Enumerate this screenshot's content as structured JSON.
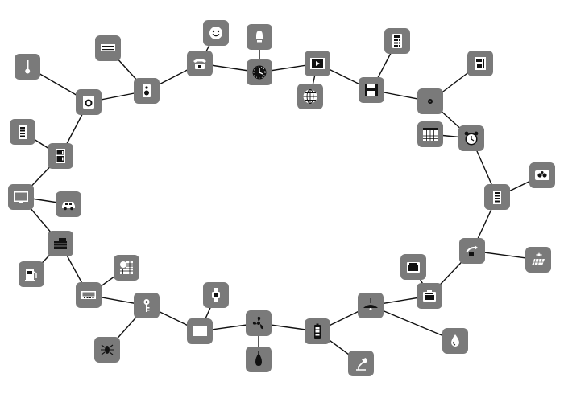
{
  "diagram": {
    "colors": {
      "node_fill": "#7a7a7a",
      "edge": "#111111",
      "glyph_dark": "#111111",
      "glyph_light": "#ffffff"
    },
    "nodes": [
      {
        "id": "n01",
        "icon": "thermometer-icon"
      },
      {
        "id": "n02",
        "icon": "washing-machine-icon"
      },
      {
        "id": "n03",
        "icon": "air-conditioner-icon"
      },
      {
        "id": "n04",
        "icon": "speaker-icon"
      },
      {
        "id": "n05",
        "icon": "smiley-face-icon"
      },
      {
        "id": "n06",
        "icon": "telephone-icon"
      },
      {
        "id": "n07",
        "icon": "light-bulb-icon"
      },
      {
        "id": "n08",
        "icon": "wall-clock-icon"
      },
      {
        "id": "n09",
        "icon": "media-player-icon"
      },
      {
        "id": "n10",
        "icon": "globe-icon"
      },
      {
        "id": "n11",
        "icon": "calculator-icon"
      },
      {
        "id": "n12",
        "icon": "floppy-disk-icon"
      },
      {
        "id": "n13",
        "icon": "coffee-machine-icon"
      },
      {
        "id": "n14",
        "icon": "target-dot-icon"
      },
      {
        "id": "n15",
        "icon": "calendar-grid-icon"
      },
      {
        "id": "n16",
        "icon": "alarm-clock-icon"
      },
      {
        "id": "n17",
        "icon": "battery-level-icon"
      },
      {
        "id": "n18",
        "icon": "fridge-icon"
      },
      {
        "id": "n19",
        "icon": "monitor-icon"
      },
      {
        "id": "n20",
        "icon": "car-icon"
      },
      {
        "id": "n21",
        "icon": "robot-remote-icon"
      },
      {
        "id": "n22",
        "icon": "game-controller-icon"
      },
      {
        "id": "n23",
        "icon": "stack-box-icon"
      },
      {
        "id": "n24",
        "icon": "faucet-icon"
      },
      {
        "id": "n25",
        "icon": "solar-panel-icon"
      },
      {
        "id": "n26",
        "icon": "fuel-pump-icon"
      },
      {
        "id": "n27",
        "icon": "building-chart-icon"
      },
      {
        "id": "n28",
        "icon": "oven-icon"
      },
      {
        "id": "n29",
        "icon": "router-icon"
      },
      {
        "id": "n30",
        "icon": "toaster-icon"
      },
      {
        "id": "n31",
        "icon": "key-icon"
      },
      {
        "id": "n32",
        "icon": "smartwatch-icon"
      },
      {
        "id": "n33",
        "icon": "ceiling-lamp-icon"
      },
      {
        "id": "n34",
        "icon": "spider-bug-icon"
      },
      {
        "id": "n35",
        "icon": "tv-screen-icon"
      },
      {
        "id": "n36",
        "icon": "fan-icon"
      },
      {
        "id": "n37",
        "icon": "battery-icon"
      },
      {
        "id": "n38",
        "icon": "water-drop-icon"
      },
      {
        "id": "n39",
        "icon": "pear-bulb-icon"
      },
      {
        "id": "n40",
        "icon": "desk-lamp-icon"
      }
    ],
    "edges": [
      [
        "n01",
        "n02"
      ],
      [
        "n02",
        "n04"
      ],
      [
        "n03",
        "n04"
      ],
      [
        "n04",
        "n06"
      ],
      [
        "n05",
        "n06"
      ],
      [
        "n06",
        "n08"
      ],
      [
        "n07",
        "n08"
      ],
      [
        "n08",
        "n09"
      ],
      [
        "n09",
        "n10"
      ],
      [
        "n09",
        "n12"
      ],
      [
        "n11",
        "n12"
      ],
      [
        "n12",
        "n14"
      ],
      [
        "n13",
        "n14"
      ],
      [
        "n14",
        "n16"
      ],
      [
        "n15",
        "n16"
      ],
      [
        "n16",
        "n17"
      ],
      [
        "n22",
        "n17"
      ],
      [
        "n17",
        "n23"
      ],
      [
        "n23",
        "n25"
      ],
      [
        "n23",
        "n28"
      ],
      [
        "n24",
        "n28"
      ],
      [
        "n28",
        "n33"
      ],
      [
        "n33",
        "n38"
      ],
      [
        "n33",
        "n37"
      ],
      [
        "n37",
        "n40"
      ],
      [
        "n37",
        "n36"
      ],
      [
        "n36",
        "n39"
      ],
      [
        "n36",
        "n35"
      ],
      [
        "n32",
        "n35"
      ],
      [
        "n35",
        "n31"
      ],
      [
        "n31",
        "n34"
      ],
      [
        "n31",
        "n29"
      ],
      [
        "n29",
        "n27"
      ],
      [
        "n29",
        "n21"
      ],
      [
        "n21",
        "n26"
      ],
      [
        "n21",
        "n19"
      ],
      [
        "n19",
        "n20"
      ],
      [
        "n19",
        "n18"
      ],
      [
        "n18",
        "n17b"
      ],
      [
        "n18",
        "n02"
      ]
    ]
  }
}
